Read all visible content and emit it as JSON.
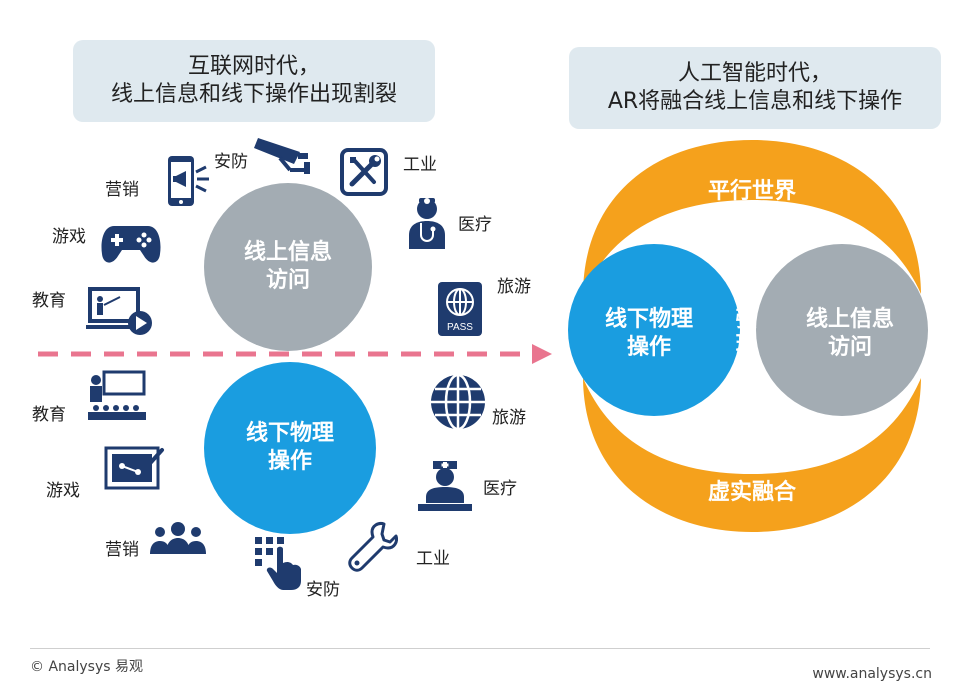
{
  "left_title": [
    "互联网时代，",
    "线上信息和线下操作出现割裂"
  ],
  "right_title": [
    "人工智能时代，",
    "AR将融合线上信息和线下操作"
  ],
  "online_circle": [
    "线上信息",
    "访问"
  ],
  "offline_circle": [
    "线下物理",
    "操作"
  ],
  "online_labels": {
    "security": "安防",
    "industry": "工业",
    "marketing": "营销",
    "medical": "医疗",
    "game": "游戏",
    "travel": "旅游",
    "education": "教育"
  },
  "offline_labels": {
    "education": "教育",
    "travel": "旅游",
    "game": "游戏",
    "medical": "医疗",
    "marketing": "营销",
    "industry": "工业",
    "security": "安防"
  },
  "ar_diagram": {
    "top_band": "平行世界",
    "bottom_band": "虚实融合",
    "left_circle": [
      "线下物理",
      "操作"
    ],
    "right_circle": [
      "线上信息",
      "访问"
    ],
    "intersection": [
      "增",
      "强",
      "现",
      "实"
    ]
  },
  "footer": {
    "copyright": "© Analysys 易观",
    "website": "www.analysys.cn"
  },
  "colors": {
    "gray_circle": "#a3acb3",
    "blue_circle": "#1a9de0",
    "orange": "#f5a11c",
    "icon_navy": "#1f3b6e",
    "arrow_pink": "#e9758f",
    "title_bg": "#dfe9ef"
  }
}
